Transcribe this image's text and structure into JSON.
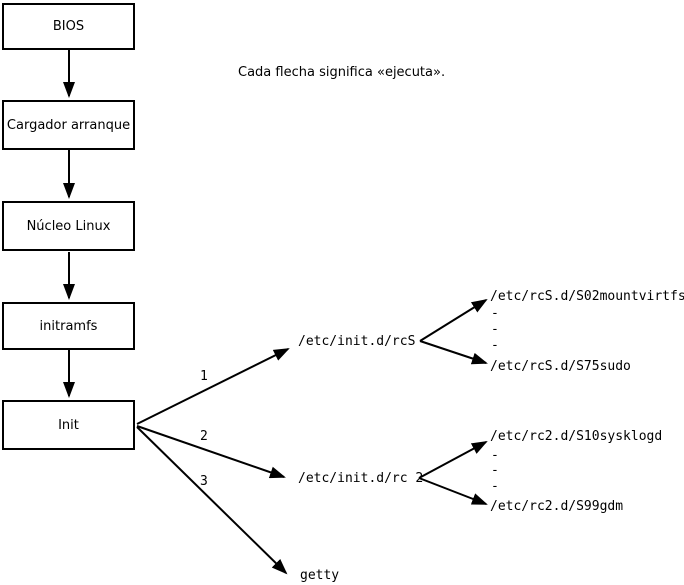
{
  "note": "Cada flecha significa «ejecuta».",
  "chain": {
    "bios": "BIOS",
    "bootloader": "Cargador arranque",
    "kernel": "Núcleo Linux",
    "initramfs": "initramfs",
    "init": "Init"
  },
  "branches": {
    "b1": {
      "label": "1",
      "target": "/etc/init.d/rcS"
    },
    "b2": {
      "label": "2",
      "target": "/etc/init.d/rc 2"
    },
    "b3": {
      "label": "3",
      "target": "getty"
    }
  },
  "rcs_scripts": {
    "first": "/etc/rcS.d/S02mountvirtfs",
    "dot1": "-",
    "dot2": "-",
    "dot3": "-",
    "last": "/etc/rcS.d/S75sudo"
  },
  "rc2_scripts": {
    "first": "/etc/rc2.d/S10sysklogd",
    "dot1": "-",
    "dot2": "-",
    "dot3": "-",
    "last": "/etc/rc2.d/S99gdm"
  },
  "colors": {
    "line": "#000000",
    "background": "#ffffff"
  }
}
